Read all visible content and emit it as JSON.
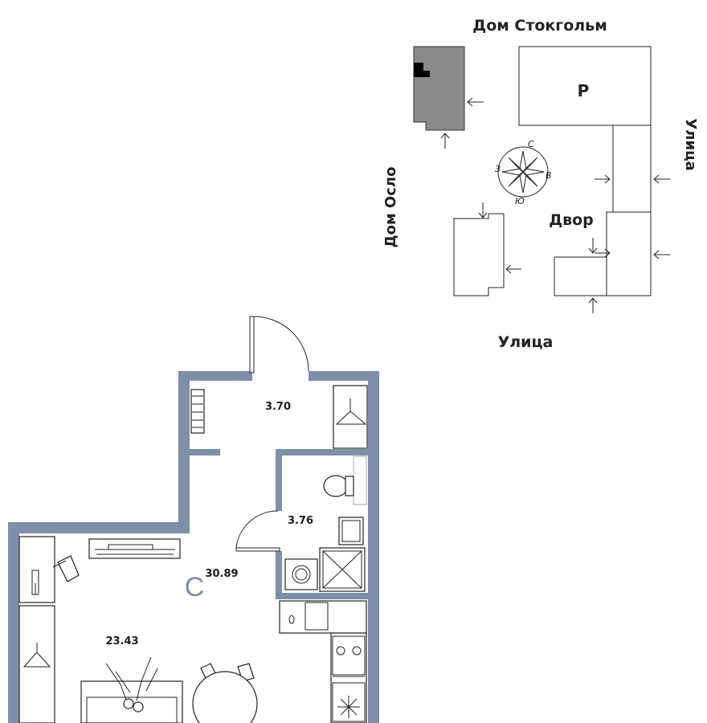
{
  "site_plan": {
    "building_stockholm": "Дом Стокгольм",
    "building_oslo": "Дом Осло",
    "parking": "Р",
    "street_right": "Улица",
    "street_bottom": "Улица",
    "courtyard": "Двор",
    "compass": {
      "north": "С",
      "south": "Ю",
      "east": "В",
      "west": "З"
    }
  },
  "floor_plan": {
    "apartment_type": "С",
    "total_area": "30.89",
    "rooms": {
      "hall": "3.70",
      "bathroom": "3.76",
      "living": "23.43"
    }
  },
  "colors": {
    "wall": "#7f8fa6",
    "highlight_building": "#8a8a8a",
    "accent_letter": "#7f8fa6"
  }
}
